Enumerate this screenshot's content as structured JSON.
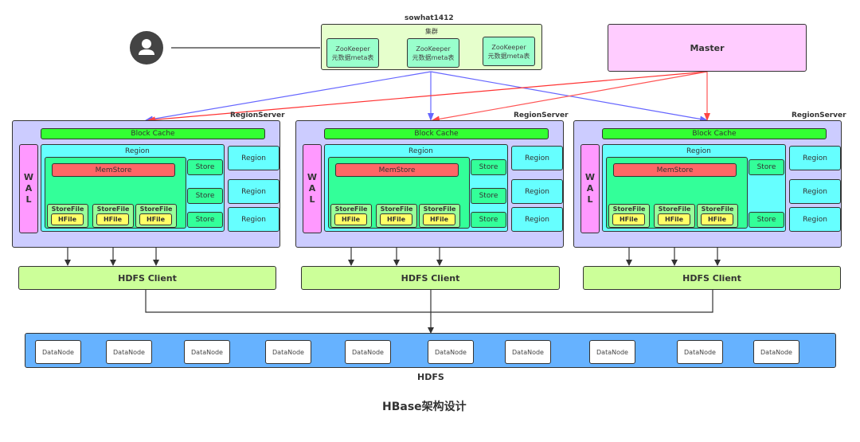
{
  "title": "HBase架构设计",
  "client": {
    "icon": "user-icon"
  },
  "cluster": {
    "host_label": "sowhat1412",
    "title": "集群",
    "zookeepers": [
      {
        "line1": "ZooKeeper",
        "line2": "元数据meta表"
      },
      {
        "line1": "ZooKeeper",
        "line2": "元数据meta表"
      },
      {
        "line1": "ZooKeeper",
        "line2": "元数据meta表"
      }
    ]
  },
  "master": {
    "label": "Master"
  },
  "region_servers": [
    {
      "label": "RegionServer",
      "block_cache": "Block Cache",
      "wal": [
        "W",
        "A",
        "L"
      ],
      "region_title": "Region",
      "memstore": "MemStore",
      "storefiles": [
        {
          "name": "StoreFile",
          "hfile": "HFile"
        },
        {
          "name": "StoreFile",
          "hfile": "HFile"
        },
        {
          "name": "StoreFile",
          "hfile": "HFile"
        }
      ],
      "stores": [
        "Store",
        "Store",
        "Store"
      ],
      "regions": [
        "Region",
        "Region",
        "Region"
      ]
    },
    {
      "label": "RegionServer",
      "block_cache": "Block Cache",
      "wal": [
        "W",
        "A",
        "L"
      ],
      "region_title": "Region",
      "memstore": "MemStore",
      "storefiles": [
        {
          "name": "StoreFile",
          "hfile": "HFile"
        },
        {
          "name": "StoreFile",
          "hfile": "HFile"
        },
        {
          "name": "StoreFile",
          "hfile": "HFile"
        }
      ],
      "stores": [
        "Store",
        "Store",
        "Store"
      ],
      "regions": [
        "Region",
        "Region",
        "Region"
      ]
    },
    {
      "label": "RegionServer",
      "block_cache": "Block Cache",
      "wal": [
        "W",
        "A",
        "L"
      ],
      "region_title": "Region",
      "memstore": "MemStore",
      "storefiles": [
        {
          "name": "StoreFile",
          "hfile": "HFile"
        },
        {
          "name": "StoreFile",
          "hfile": "HFile"
        },
        {
          "name": "StoreFile",
          "hfile": "HFile"
        }
      ],
      "stores": [
        "Store",
        "Store"
      ],
      "regions": [
        "Region",
        "Region",
        "Region"
      ]
    }
  ],
  "hdfs_clients": [
    "HDFS Client",
    "HDFS Client",
    "HDFS Client"
  ],
  "hdfs": {
    "label": "HDFS",
    "datanodes": [
      "DataNode",
      "DataNode",
      "DataNode",
      "DataNode",
      "DataNode",
      "DataNode",
      "DataNode",
      "DataNode",
      "DataNode",
      "DataNode"
    ]
  },
  "colors": {
    "zookeeper_link": "#6666ff",
    "master_link": "#ff3333",
    "region_server_bg": "#ccccff",
    "block_cache": "#33ff33",
    "wal": "#ff99ff",
    "region": "#66ffff",
    "store": "#33ff99",
    "memstore": "#ff6666",
    "hfile": "#ffff66",
    "hdfs_client": "#ccff99",
    "hdfs": "#66b2ff",
    "master": "#ffccff",
    "cluster": "#e6ffcc",
    "zookeeper": "#99ffcc"
  }
}
